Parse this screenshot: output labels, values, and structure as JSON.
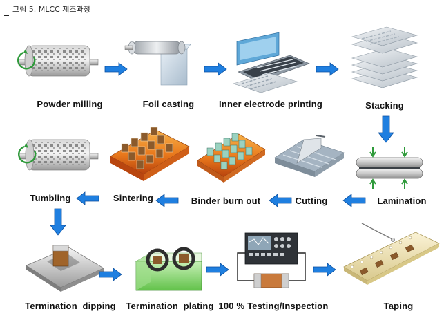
{
  "caption": "그림 5. MLCC 제조과정",
  "steps": [
    {
      "id": "powder_milling",
      "label": "Powder milling"
    },
    {
      "id": "foil_casting",
      "label": "Foil casting"
    },
    {
      "id": "inner_electrode_printing",
      "label": "Inner electrode printing"
    },
    {
      "id": "stacking",
      "label": "Stacking"
    },
    {
      "id": "lamination",
      "label": "Lamination"
    },
    {
      "id": "cutting",
      "label": "Cutting"
    },
    {
      "id": "binder_burn_out",
      "label": "Binder burn out"
    },
    {
      "id": "sintering",
      "label": "Sintering"
    },
    {
      "id": "tumbling",
      "label": "Tumbling"
    },
    {
      "id": "termination_dipping",
      "label": "Termination  dipping"
    },
    {
      "id": "termination_plating",
      "label": "Termination  plating"
    },
    {
      "id": "testing_inspection",
      "label": "100 % Testing/Inspection"
    },
    {
      "id": "taping",
      "label": "Taping"
    }
  ],
  "flow": [
    [
      "powder_milling",
      "foil_casting"
    ],
    [
      "foil_casting",
      "inner_electrode_printing"
    ],
    [
      "inner_electrode_printing",
      "stacking"
    ],
    [
      "stacking",
      "lamination"
    ],
    [
      "lamination",
      "cutting"
    ],
    [
      "cutting",
      "binder_burn_out"
    ],
    [
      "binder_burn_out",
      "sintering"
    ],
    [
      "sintering",
      "tumbling"
    ],
    [
      "tumbling",
      "termination_dipping"
    ],
    [
      "termination_dipping",
      "termination_plating"
    ],
    [
      "termination_plating",
      "testing_inspection"
    ],
    [
      "testing_inspection",
      "taping"
    ]
  ],
  "colors": {
    "arrow": "#1f7fe0",
    "arrow_edge": "#0b4f9e",
    "label": "#111111",
    "kiln_orange": "#e87a1c",
    "chip_brown": "#8b5a2b",
    "plating_green": "#7fd36b",
    "rotation_arrow": "#2e9a3a"
  },
  "icons": [
    "ball-mill-icon",
    "foil-roll-icon",
    "screen-printer-icon",
    "sheet-stack-icon",
    "laminating-press-icon",
    "cutting-blade-icon",
    "binder-tray-icon",
    "sintering-kiln-icon",
    "tumbler-icon",
    "dipping-plate-icon",
    "plating-bath-icon",
    "test-instrument-icon",
    "carrier-tape-icon"
  ]
}
